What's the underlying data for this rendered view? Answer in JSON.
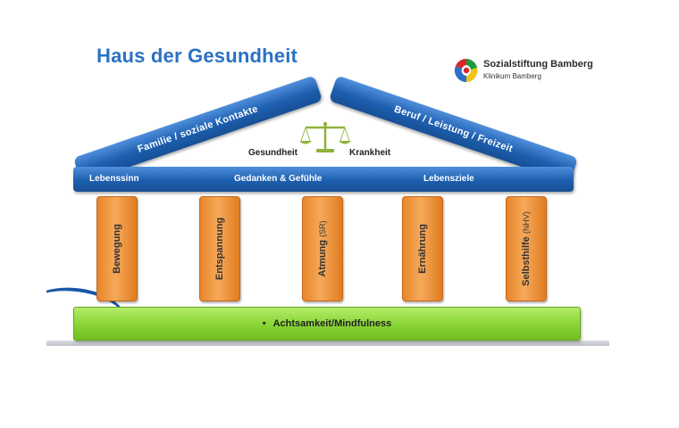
{
  "title": "Haus der Gesundheit",
  "logo": {
    "name": "Sozialstiftung Bamberg",
    "subtitle": "Klinikum Bamberg"
  },
  "roof": {
    "left": "Familie / soziale Kontakte",
    "right": "Beruf / Leistung / Freizeit"
  },
  "balance": {
    "left": "Gesundheit",
    "right": "Krankheit"
  },
  "beam": [
    "Lebenssinn",
    "Gedanken & Gefühle",
    "Lebensziele"
  ],
  "pillars": [
    {
      "label": "Bewegung",
      "suffix": ""
    },
    {
      "label": "Entspannung",
      "suffix": ""
    },
    {
      "label": "Atmung",
      "suffix": "(SR)"
    },
    {
      "label": "Ernährung",
      "suffix": ""
    },
    {
      "label": "Selbsthilfe",
      "suffix": "(NHV)"
    }
  ],
  "foundation": {
    "bullet": "•",
    "label": "Achtsamkeit/Mindfulness"
  },
  "colors": {
    "title": "#2a71c4",
    "roof": "#1d5faf",
    "pillar": "#f39a42",
    "foundation": "#88d434"
  }
}
